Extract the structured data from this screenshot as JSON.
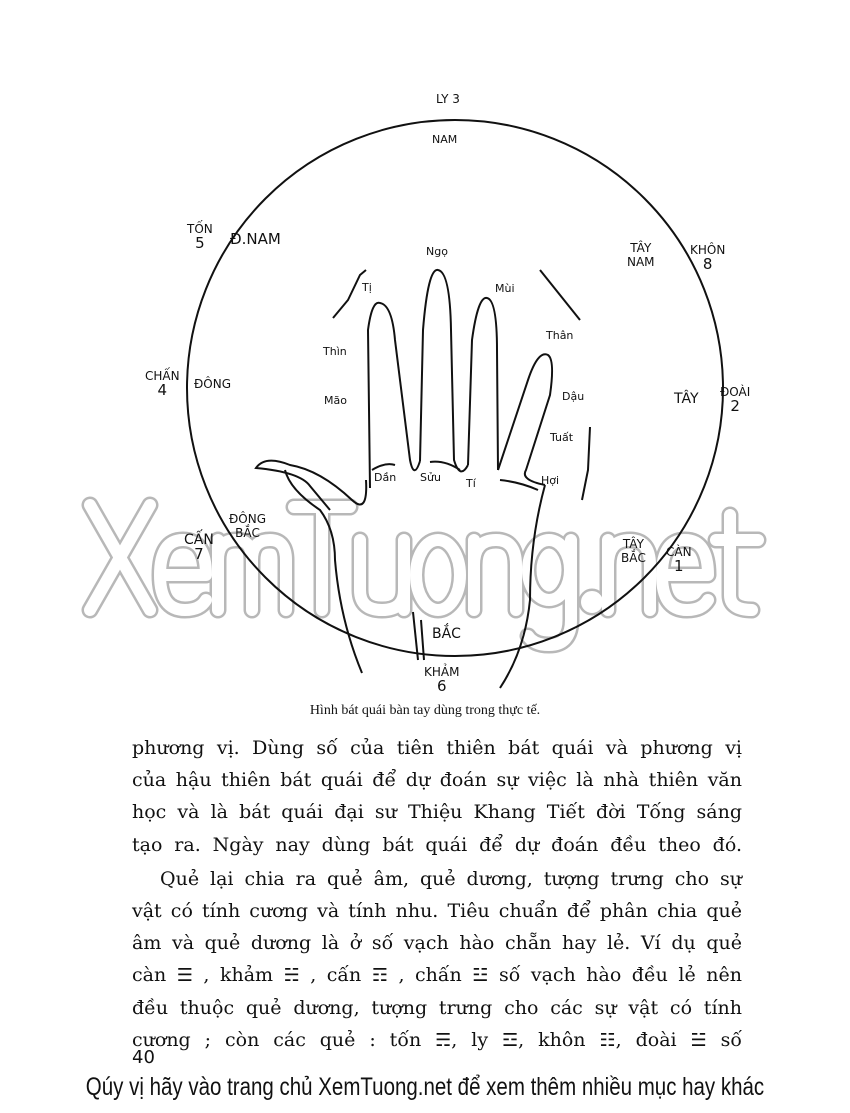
{
  "figure": {
    "directions": {
      "ly": "LY 3",
      "nam": "NAM",
      "ton": "TỐN",
      "ton_num": "5",
      "dong_nam": "Đ.NAM",
      "tay_nam_1": "TÂY",
      "tay_nam_2": "NAM",
      "khon": "KHÔN",
      "khon_num": "8",
      "chan": "CHẤN",
      "chan_num": "4",
      "dong": "ĐÔNG",
      "tay": "TÂY",
      "doai": "ĐOÀI",
      "doai_num": "2",
      "dong_bac_1": "ĐÔNG",
      "dong_bac_2": "BẮC",
      "can7": "CẤN",
      "can7_num": "7",
      "tay_bac_1": "TÂY",
      "tay_bac_2": "BẮC",
      "can1": "CÀN",
      "can1_num": "1",
      "bac": "BẮC",
      "kham": "KHẢM",
      "kham_num": "6"
    },
    "branches": [
      "Tị",
      "Ngọ",
      "Mùi",
      "Thìn",
      "Thân",
      "Mão",
      "Dậu",
      "Tuất",
      "Dần",
      "Sửu",
      "Tí",
      "Hợi"
    ],
    "caption": "Hình bát quái bàn tay dùng trong thực tế."
  },
  "watermark": "XemTuong.net",
  "body": {
    "p1": [
      "phương vị. Dùng số của tiên thiên bát quái và phương vị",
      "của hậu thiên bát quái để dự đoán sự việc là nhà thiên văn",
      "học và là bát quái đại sư Thiệu Khang Tiết đời Tống sáng",
      "tạo ra. Ngày nay dùng bát quái để dự đoán đều theo đó."
    ],
    "p2": [
      "Quẻ lại chia ra quẻ âm, quẻ dương, tượng trưng cho sự",
      "vật có tính cương và tính nhu. Tiêu chuẩn để phân chia quẻ",
      "âm và quẻ dương là ở số vạch hào chẵn hay lẻ. Ví dụ quẻ"
    ],
    "line8": {
      "a": "càn",
      "ta": "☰",
      "b": ", khảm",
      "tb": "☵",
      "c": ", cấn",
      "tc": "☶",
      "d": ", chấn",
      "td": "☳",
      "e": "số vạch hào đều lẻ nên"
    },
    "line9": "đều thuộc quẻ dương, tượng trưng cho các sự vật có tính",
    "line10": {
      "a": "cương ; còn các quẻ : tốn",
      "ta": "☴",
      "b": ", ly",
      "tb": "☲",
      "c": ", khôn",
      "tc": "☷",
      "d": ", đoài",
      "td": "☱",
      "e": "số"
    }
  },
  "page_number": "40",
  "footer": "Qúy vị hãy vào trang chủ XemTuong.net để xem thêm nhiều mục hay khác"
}
